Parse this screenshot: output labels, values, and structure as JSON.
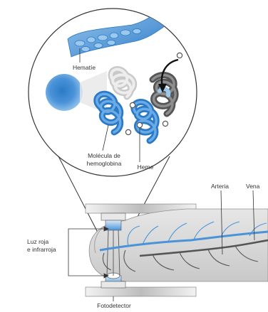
{
  "labels": {
    "hematie": "Hematíe",
    "molecula_line1": "Molécula de",
    "molecula_line2": "hemoglobina",
    "heme": "Heme",
    "arteria": "Arteria",
    "vena": "Vena",
    "luz_line1": "Luz roja",
    "luz_line2": "e infrarroja",
    "fotodetector": "Fotodetector"
  },
  "colors": {
    "blue_dark": "#2b7ac7",
    "blue_mid": "#4a93d8",
    "blue_light": "#9cc8ee",
    "gray_light": "#d6d6d6",
    "gray_mid": "#8e8e8e",
    "gray_dark": "#555555",
    "finger": "#d9d9d9",
    "outline": "#444444"
  }
}
